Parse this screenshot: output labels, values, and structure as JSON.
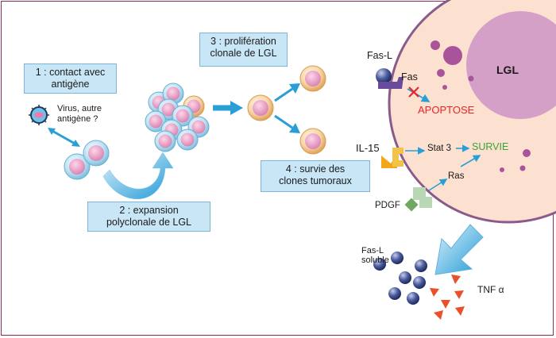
{
  "steps": {
    "step1": {
      "line1": "1 : contact avec",
      "line2": "antigène"
    },
    "step2": {
      "line1": "2 : expansion",
      "line2": "polyclonale de LGL"
    },
    "step3": {
      "line1": "3 : prolifération",
      "line2": "clonale de LGL"
    },
    "step4": {
      "line1": "4 : survie des",
      "line2": "clones tumoraux"
    }
  },
  "labels": {
    "virus_line1": "Virus, autre",
    "virus_line2": "antigène ?",
    "fasl": "Fas-L",
    "fas": "Fas",
    "apoptose": "APOPTOSE",
    "lgl": "LGL",
    "il15": "IL-15",
    "stat3": "Stat 3",
    "survie": "SURVIE",
    "ras": "Ras",
    "pdgf": "PDGF",
    "fasl_soluble_line1": "Fas-L",
    "fasl_soluble_line2": "soluble",
    "tnf": "TNF α"
  },
  "colors": {
    "frame": "#8a2a5a",
    "box_fill": "#c9e6f7",
    "cell_membrane": "#8a5a8c",
    "apoptose": "#e8252a",
    "survie": "#3aa23a",
    "arrow": "#2a9fd6"
  }
}
